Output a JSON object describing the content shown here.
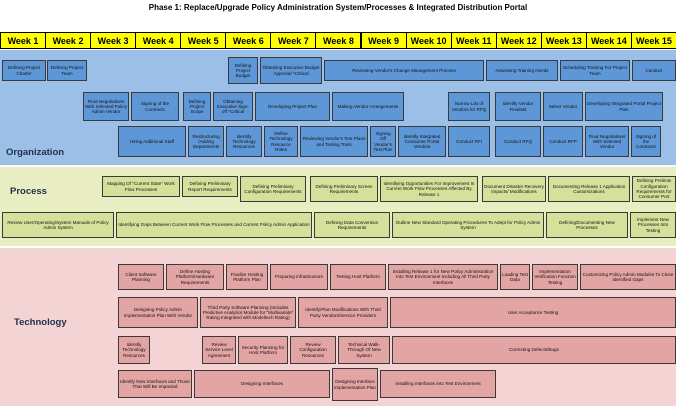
{
  "title": "Phase 1: Replace/Upgrade Policy Administration System/Processes & Integrated Distribution Portal",
  "weeks": [
    "Week 1",
    "Week 2",
    "Week 3",
    "Week 4",
    "Week 5",
    "Week 6",
    "Week 7",
    "Week 8",
    "Week 9",
    "Week 10",
    "Week 11",
    "Week 12",
    "Week 13",
    "Week 14",
    "Week 15"
  ],
  "lanes": {
    "organization": "Organization",
    "process": "Process",
    "technology": "Technology"
  },
  "organization_tasks": [
    "Defining Project Charter",
    "Defining Project Team",
    "Defining Project Budget",
    "Obtaining Executive Budget Approval *Critical",
    "Reviewing Vendor's Change Management Process",
    "Assessing Training Needs",
    "Scheduling Training For Project Team",
    "Conduct",
    "Final Negotiations With Selected Policy Admin Vendor",
    "Signing of the Contracts",
    "Defining Project Scope",
    "Obtaining Executive Sign-off *Critical",
    "Developing Project Plan",
    "Making Vendor Arrangements",
    "Narrow List of Vendors for RFQ",
    "Identify Vendor Finalists",
    "Select Vendor",
    "Developing Integrated Portal Project Plan",
    "Hiring Additional Staff",
    "Restructuring /Adding Departments",
    "Identify Technology Resources",
    "Define Technology Resource Roles",
    "Reviewing Vendor's Test Plans and Testing Tools",
    "Signing Off Vendor's Test Plan",
    "Identify Integrated Consumer Portal Vendors",
    "Conduct RFI",
    "Conduct RFQ",
    "Conduct RFP",
    "Final Negotiations With Selected Vendor",
    "Signing of the Contracts"
  ],
  "process_tasks": [
    "Mapping Of \"Current State\" Work Flow Processes",
    "Defining Preliminary Report Requirements",
    "Defining Preliminary Configuration Requirements",
    "Defining Preliminary Screen Requirements",
    "Identifying Opportunities For Improvement In Current Work Flow Processes Affected By Release 1",
    "Document Disaster Recovery Impacts/ Modifications",
    "Documenting Release 1 Application Customizations",
    "Defining Prelimin Configuration Requirements for Consumer Port",
    "Review User/Operating/System Manuals of Policy Admin System",
    "Identifying Gaps Between Current Work Flow Processes and Current Policy Admin Application",
    "Defining Data Conversion Requirements",
    "Outline New Standard Operating Procedures To Adept for Policy Admin System",
    "Defining/Documenting New Processes",
    "Implement New Processes Into Testing"
  ],
  "technology_tasks": [
    "Client Software Planning",
    "Define Hosting Platform/Hardware Requirements",
    "Finalize Hosting Platform Plan",
    "Preparing Infrastructure",
    "Testing Host Platform",
    "Installing Release 1 for New Policy Administration Into Test Environment Including All Third Party Interfaces",
    "Loading Test Data",
    "Implementation Verification Function Testing",
    "Customizing Policy Admin Modules To Close Identified Gaps",
    "Designing Policy Admin Implementation Plan With Vendor",
    "Third Party Software Planning (Includes Predictive Analytics Module for \"Multivariate\" Rating Integrated with Modeltech Rating)",
    "Identify/Plan Modifications With Third Party Vendors/Service Providers",
    "User Acceptance Testing",
    "Identify Technology Resources",
    "Review Service Level Agreement",
    "Security Planning for Host Platform",
    "Review Configuration Resources",
    "Technical Walk-Through Of New System",
    "Correcting Defects/Bugs",
    "Identify New Interfaces and Those That Will Be Impacted",
    "Designing Interfaces",
    "Designing Interface Implementation Plan",
    "Installing Interfaces Into Test Environment"
  ],
  "colors": {
    "weeks": "#ffff00",
    "organization": "#9bbfe6",
    "organization_task": "#5e97d8",
    "process": "#e9eec2",
    "process_task": "#d5e09a",
    "technology": "#f3d3d3",
    "technology_task": "#e3a4a4"
  }
}
